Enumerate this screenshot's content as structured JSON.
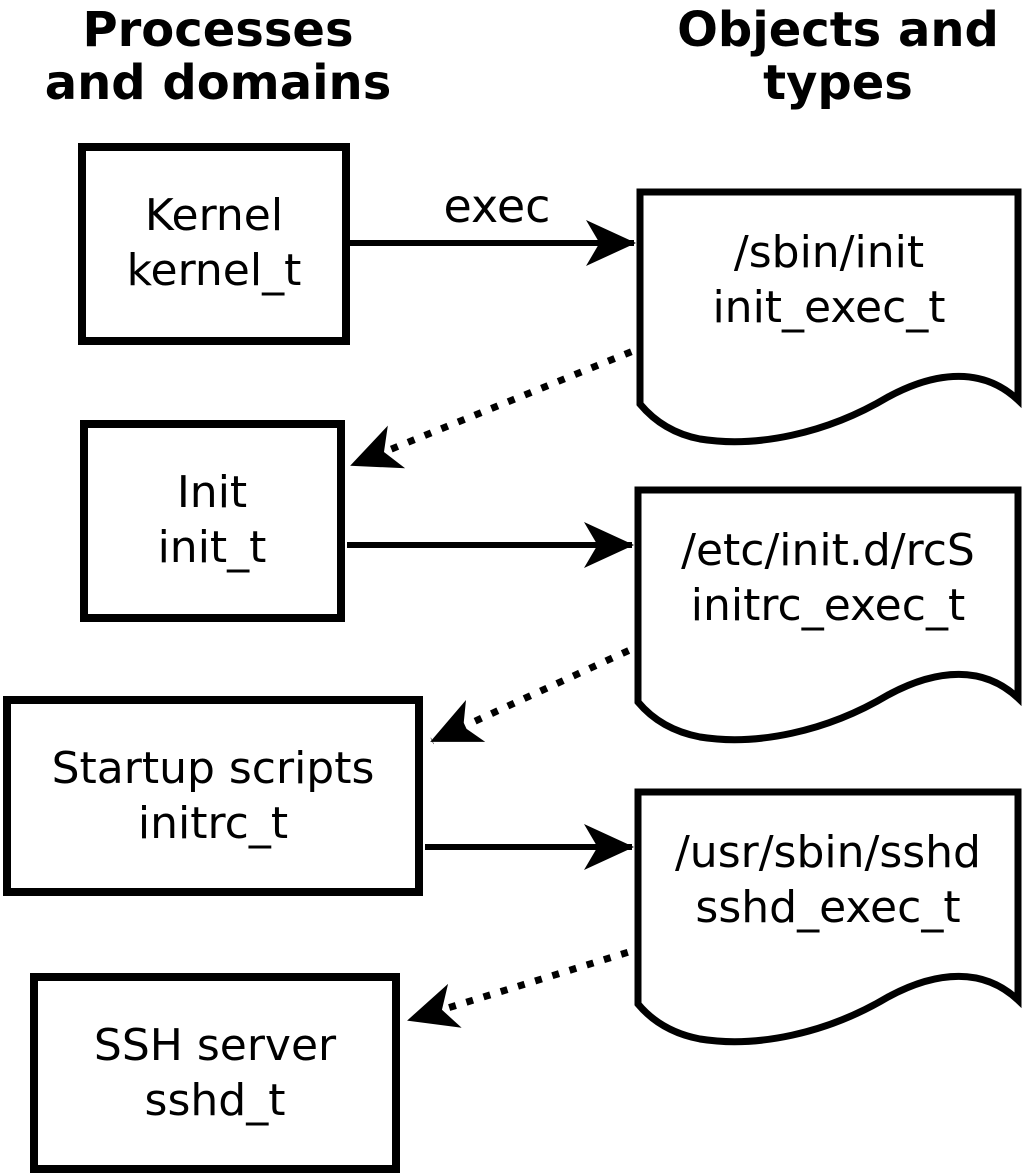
{
  "headers": {
    "left": {
      "line1": "Processes",
      "line2": "and domains"
    },
    "right": {
      "line1": "Objects and",
      "line2": "types"
    }
  },
  "process_boxes": [
    {
      "name": "Kernel",
      "type": "kernel_t"
    },
    {
      "name": "Init",
      "type": "init_t"
    },
    {
      "name": "Startup scripts",
      "type": "initrc_t"
    },
    {
      "name": "SSH server",
      "type": "sshd_t"
    }
  ],
  "object_docs": [
    {
      "path": "/sbin/init",
      "type": "init_exec_t"
    },
    {
      "path": "/etc/init.d/rcS",
      "type": "initrc_exec_t"
    },
    {
      "path": "/usr/sbin/sshd",
      "type": "sshd_exec_t"
    }
  ],
  "edge_labels": {
    "exec": "exec"
  },
  "colors": {
    "stroke": "#000000",
    "fill": "#ffffff",
    "text": "#000000",
    "background": "#ffffff"
  }
}
